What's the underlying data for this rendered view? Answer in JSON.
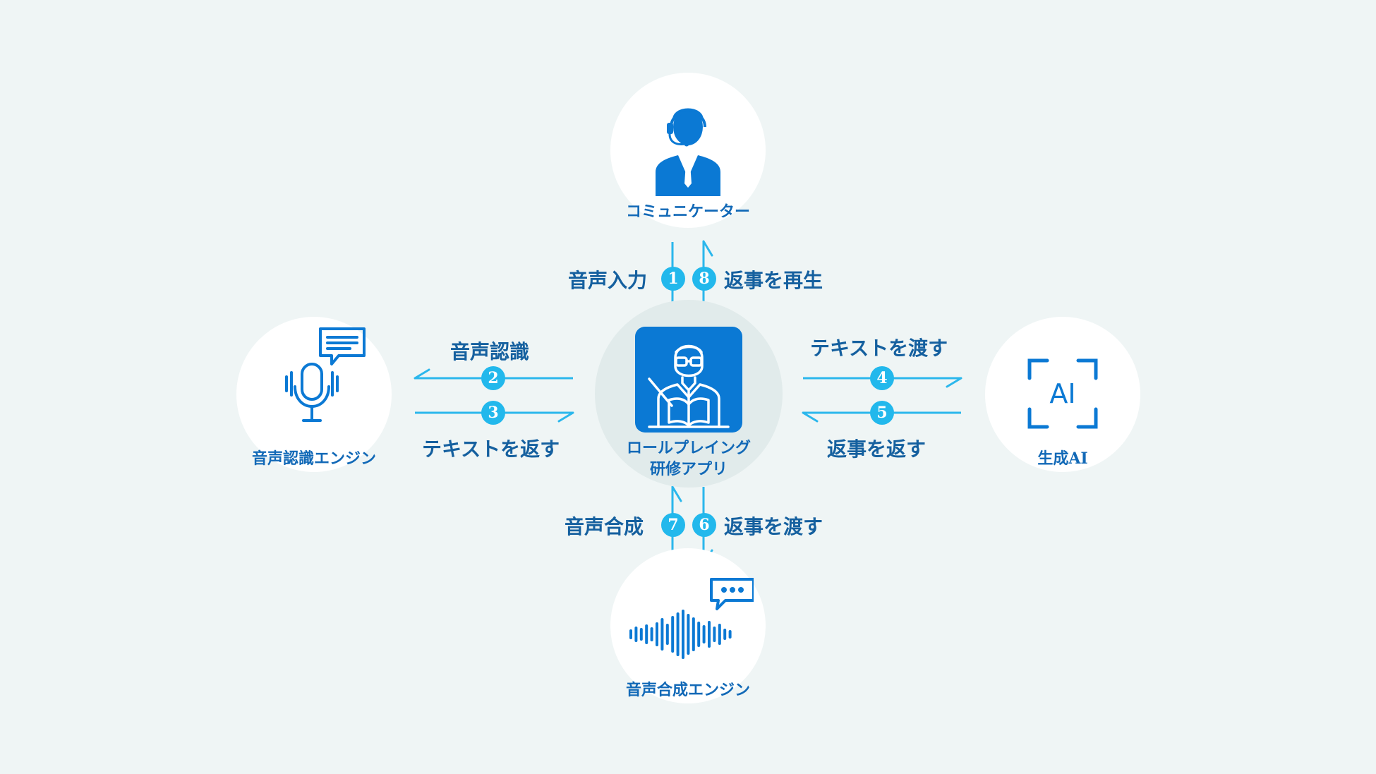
{
  "colors": {
    "background": "#eff5f5",
    "node_fill": "#ffffff",
    "center_disc": "#e1ebeb",
    "icon_blue": "#0b79d4",
    "arrow": "#2bb7ec",
    "badge": "#22b8ec",
    "label": "#15609f"
  },
  "nodes": {
    "communicator": {
      "label": "コミュニケーター",
      "icon": "operator-headset-icon"
    },
    "speech_recognition": {
      "label": "音声認識エンジン",
      "icon": "microphone-chat-icon"
    },
    "generative_ai": {
      "label": "生成AI",
      "icon": "ai-frame-icon",
      "icon_text": "AI"
    },
    "speech_synthesis": {
      "label": "音声合成エンジン",
      "icon": "soundwave-chat-icon"
    },
    "app": {
      "label_line1": "ロールプレイング",
      "label_line2": "研修アプリ",
      "icon": "presenter-book-icon"
    }
  },
  "steps": [
    {
      "number": "1",
      "label": "音声入力"
    },
    {
      "number": "2",
      "label": "音声認識"
    },
    {
      "number": "3",
      "label": "テキストを返す"
    },
    {
      "number": "4",
      "label": "テキストを渡す"
    },
    {
      "number": "5",
      "label": "返事を返す"
    },
    {
      "number": "6",
      "label": "返事を渡す"
    },
    {
      "number": "7",
      "label": "音声合成"
    },
    {
      "number": "8",
      "label": "返事を再生"
    }
  ]
}
